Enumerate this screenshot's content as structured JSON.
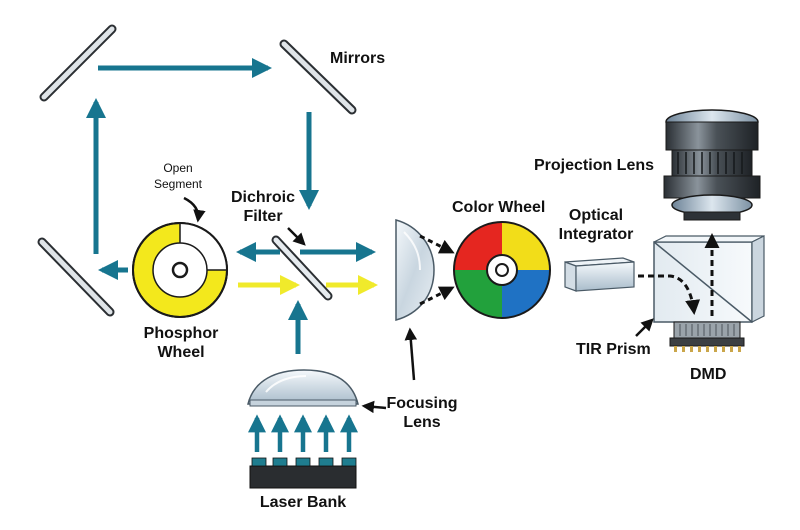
{
  "labels": {
    "mirrors": "Mirrors",
    "open_segment_1": "Open",
    "open_segment_2": "Segment",
    "dichroic_1": "Dichroic",
    "dichroic_2": "Filter",
    "color_wheel": "Color Wheel",
    "projection_lens": "Projection Lens",
    "optical_1": "Optical",
    "optical_2": "Integrator",
    "phosphor_1": "Phosphor",
    "phosphor_2": "Wheel",
    "tir_prism": "TIR Prism",
    "dmd": "DMD",
    "focusing_1": "Focusing",
    "focusing_2": "Lens",
    "laser_bank": "Laser Bank"
  },
  "colors": {
    "beam_blue": "#17758f",
    "beam_yellow": "#f0ea2b",
    "wheel_yellow": "#f3e81c",
    "color_red": "#e52620",
    "color_yellow": "#f2dd19",
    "color_blue": "#1f72c4",
    "color_green": "#22a13c",
    "outline": "#1a1a1a"
  }
}
